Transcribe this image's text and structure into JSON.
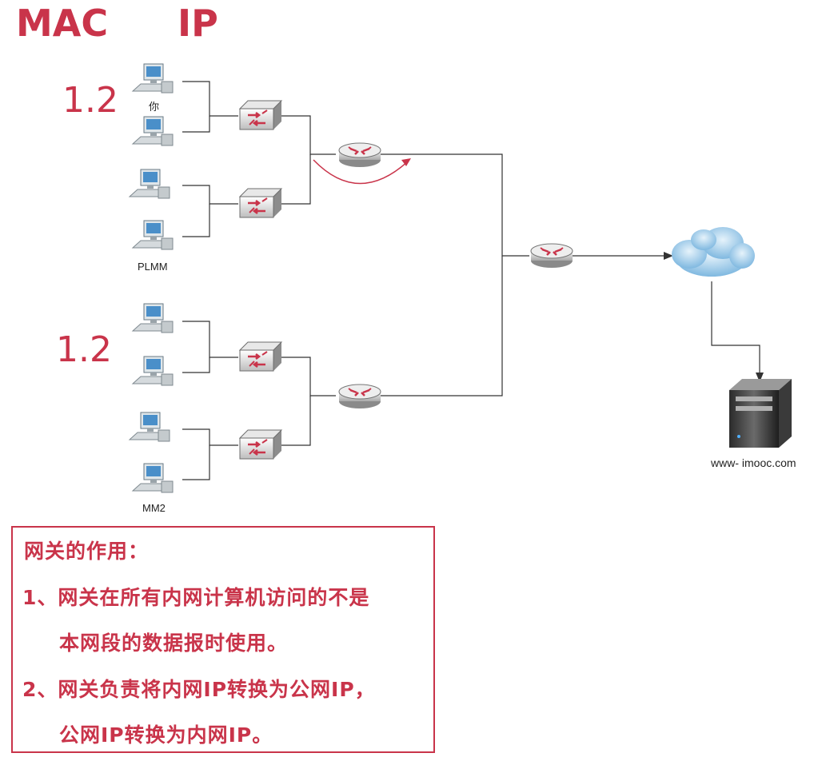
{
  "header": {
    "mac": "MAC",
    "ip": "IP"
  },
  "segments": {
    "top": "1.2",
    "bottom": "1.2"
  },
  "pc_labels": {
    "you": "你",
    "plmm": "PLMM",
    "mm2": "MM2"
  },
  "server": {
    "label": "www- imooc.com"
  },
  "note": {
    "title": "网关的作用：",
    "line1": "1、网关在所有内网计算机访问的不是",
    "line2": "本网段的数据报时使用。",
    "line3": "2、网关负责将内网IP转换为公网IP，",
    "line4": "公网IP转换为内网IP。"
  },
  "colors": {
    "accent": "#c9344a",
    "line": "#333333",
    "cloud": "#8fc3e6"
  },
  "icons": [
    "desktop-pc-icon",
    "switch-icon",
    "router-icon",
    "cloud-icon",
    "server-icon"
  ]
}
